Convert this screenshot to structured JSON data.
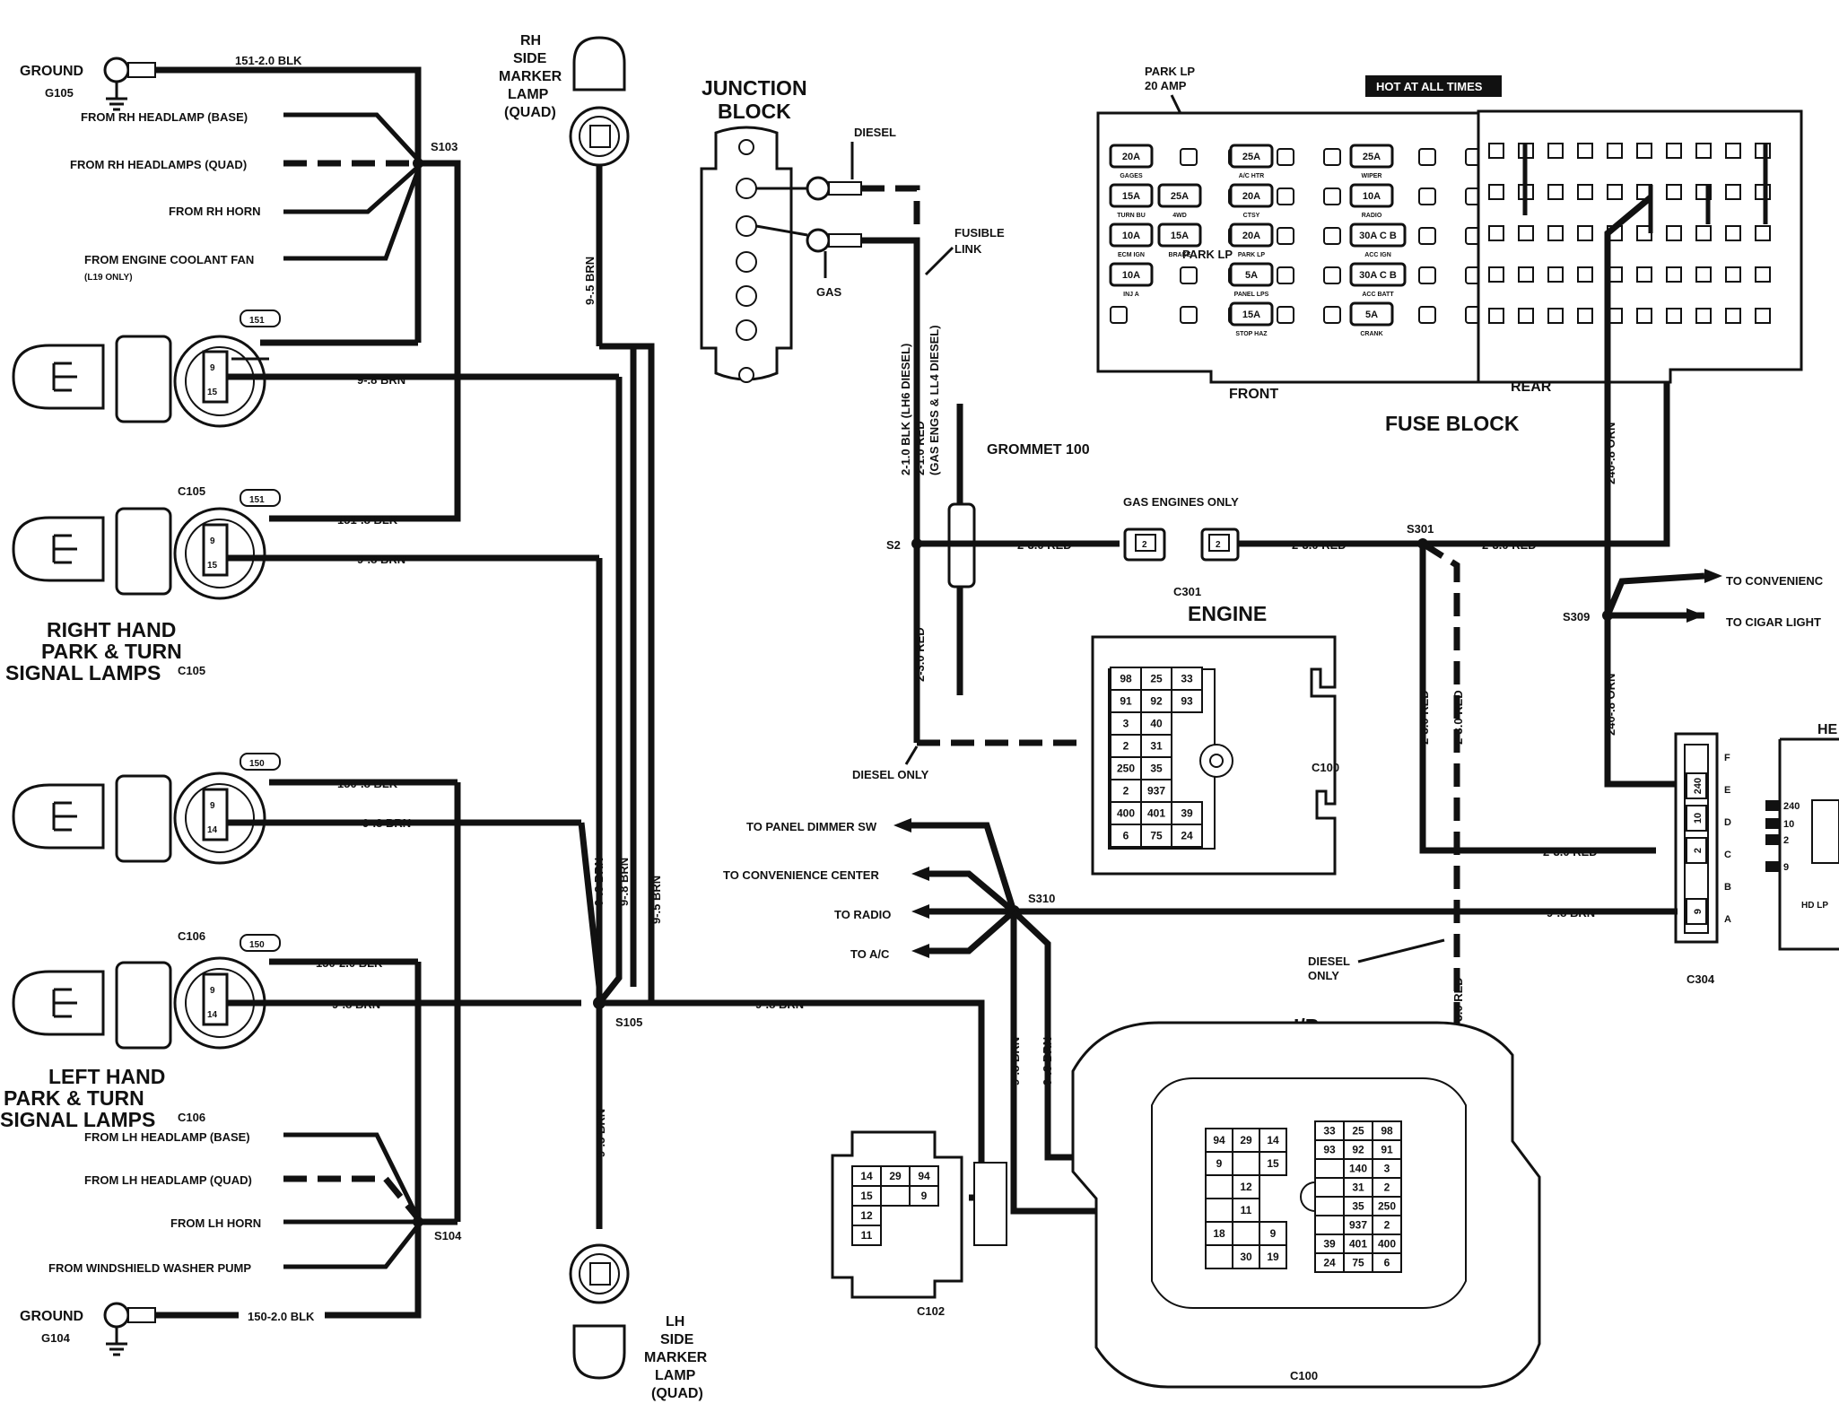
{
  "labels": {
    "ground": "GROUND",
    "g105": "G105",
    "g104": "G104",
    "wire_151_2_blk": "151-2.0 BLK",
    "wire_151_8_blk": "151-.8 BLK",
    "wire_150_8_blk": "150-.8 BLK",
    "wire_150_2_blk": "150-2.0 BLK",
    "wire_150_2_blk_b": "150-2.0 BLK",
    "from_rh_headlamp_base": "FROM RH HEADLAMP (BASE)",
    "from_rh_headlamps_quad": "FROM RH HEADLAMPS (QUAD)",
    "from_rh_horn": "FROM RH HORN",
    "from_engine_coolant_fan": "FROM ENGINE COOLANT FAN",
    "l19_only": "(L19 ONLY)",
    "from_lh_headlamp_base": "FROM LH HEADLAMP (BASE)",
    "from_lh_headlamp_quad": "FROM LH HEADLAMP (QUAD)",
    "from_lh_horn": "FROM LH HORN",
    "from_windshield_washer": "FROM WINDSHIELD WASHER PUMP",
    "s103": "S103",
    "s104": "S104",
    "s105": "S105",
    "s2": "S2",
    "s301": "S301",
    "s309": "S309",
    "s310": "S310",
    "c105": "C105",
    "c106": "C106",
    "c100": "C100",
    "c102": "C102",
    "c301": "C301",
    "c304": "C304",
    "brn_9_8": "9-.8 BRN",
    "brn_9_5": "9-.5 BRN",
    "red_2_3": "2-3.0 RED",
    "red_2_3_vert": "2-3.0 RED",
    "orn_240": "240-.8 ORN",
    "pin_151": "151",
    "pin_150": "150",
    "pin_9": "9",
    "pin_15": "15",
    "pin_14": "14",
    "rh_park_turn_1": "RIGHT HAND",
    "rh_park_turn_2": "PARK & TURN",
    "rh_park_turn_3": "SIGNAL LAMPS",
    "lh_park_turn_1": "LEFT HAND",
    "lh_park_turn_2": "PARK & TURN",
    "lh_park_turn_3": "SIGNAL LAMPS",
    "rh_side_1": "RH",
    "rh_side_2": "SIDE",
    "rh_side_3": "MARKER",
    "rh_side_4": "LAMP",
    "rh_side_5": "(QUAD)",
    "lh_side_1": "LH",
    "lh_side_2": "SIDE",
    "lh_side_3": "MARKER",
    "lh_side_4": "LAMP",
    "lh_side_5": "(QUAD)",
    "junction_1": "JUNCTION",
    "junction_2": "BLOCK",
    "diesel": "DIESEL",
    "gas": "GAS",
    "fusible_1": "FUSIBLE",
    "fusible_2": "LINK",
    "fusible_wire_1": "2-1.0 BLK (LH6 DIESEL)",
    "fusible_wire_2": "2-1.0 RED",
    "fusible_wire_3": "(GAS ENGS & LL4 DIESEL)",
    "grommet": "GROMMET 100",
    "gas_engines_only": "GAS ENGINES ONLY",
    "diesel_only": "DIESEL ONLY",
    "diesel_only_b1": "DIESEL",
    "diesel_only_b2": "ONLY",
    "engine": "ENGINE",
    "ip": "I/P",
    "park_lp_1": "PARK LP",
    "park_lp_2": "20 AMP",
    "hot_at_all_times": "HOT AT ALL TIMES",
    "front": "FRONT",
    "rear": "REAR",
    "fuse_block": "FUSE BLOCK",
    "to_convenience": "TO  CONVENIENC",
    "to_cigar": "TO CIGAR LIGHT",
    "to_panel_dimmer": "TO PANEL DIMMER SW",
    "to_convenience_center": "TO CONVENIENCE CENTER",
    "to_radio": "TO RADIO",
    "to_ac": "TO A/C",
    "he": "HE",
    "hd_lp": "HD LP",
    "c304_pins": [
      "F",
      "E",
      "D",
      "C",
      "B",
      "A"
    ],
    "c304_cavities": [
      "240",
      "10",
      "2",
      "9"
    ],
    "hd_cavities": [
      "240",
      "10",
      "2",
      "9"
    ],
    "c301_pin": "2"
  },
  "fuses_front": [
    [
      "20A",
      "25A",
      "25A"
    ],
    [
      "15A",
      "25A",
      "20A",
      "10A"
    ],
    [
      "10A",
      "15A",
      "20A",
      "30A C B"
    ],
    [
      "10A",
      "5A",
      "30A C B"
    ],
    [
      "15A",
      "5A"
    ]
  ],
  "fuse_sub": {
    "gages": "GAGES",
    "ac_htr": "A/C HTR",
    "wiper": "WIPER",
    "turn_bu": "TURN BU",
    "4wd": "4WD",
    "ctsy": "CTSY",
    "radio": "RADIO",
    "ecm_ign": "ECM IGN",
    "brake": "BRAKE",
    "park_lp": "PARK LP",
    "acc_ign": "ACC IGN",
    "inj_a": "INJ A",
    "panel_lps": "PANEL LPS",
    "acc_batt": "ACC BATT",
    "stop_haz": "STOP HAZ",
    "crank": "CRANK"
  },
  "engine_connector": [
    [
      "98",
      "25",
      "33"
    ],
    [
      "91",
      "92",
      "93"
    ],
    [
      "3",
      "40"
    ],
    [
      "2",
      "31"
    ],
    [
      "250",
      "35"
    ],
    [
      "2",
      "937"
    ],
    [
      "400",
      "401",
      "39"
    ],
    [
      "6",
      "75",
      "24"
    ]
  ],
  "ip_left": [
    [
      "94",
      "29",
      "14"
    ],
    [
      "9",
      "",
      "15"
    ],
    [
      "",
      "12"
    ],
    [
      "",
      "11"
    ],
    [
      "18",
      "",
      "9"
    ],
    [
      "",
      "30",
      "19"
    ]
  ],
  "ip_right": [
    [
      "33",
      "25",
      "98"
    ],
    [
      "93",
      "92",
      "91"
    ],
    [
      "",
      "140",
      "3"
    ],
    [
      "",
      "31",
      "2"
    ],
    [
      "",
      "35",
      "250"
    ],
    [
      "",
      "937",
      "2"
    ],
    [
      "39",
      "401",
      "400"
    ],
    [
      "24",
      "75",
      "6"
    ]
  ],
  "c102": [
    [
      "14",
      "29",
      "94"
    ],
    [
      "15",
      "",
      "9"
    ],
    [
      "12"
    ],
    [
      "11"
    ]
  ],
  "colors": {
    "ink": "#111111",
    "paper": "#ffffff"
  }
}
